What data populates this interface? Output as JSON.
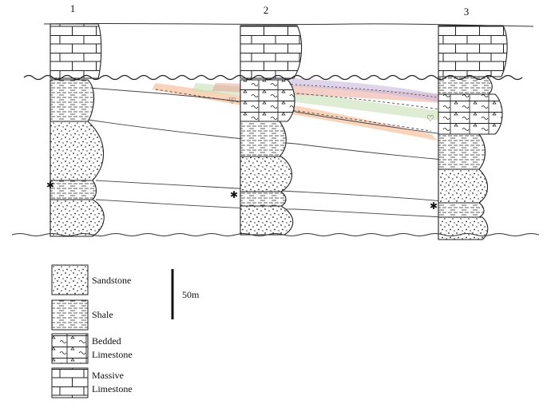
{
  "columns": [
    {
      "label": "1"
    },
    {
      "label": "2"
    },
    {
      "label": "3"
    }
  ],
  "scale_bar": {
    "label": "50m"
  },
  "legend": [
    {
      "id": "sandstone",
      "lines": [
        "Sandstone"
      ]
    },
    {
      "id": "shale",
      "lines": [
        "Shale"
      ]
    },
    {
      "id": "bedded-limestone",
      "lines": [
        "Bedded",
        "Limestone"
      ]
    },
    {
      "id": "massive-limestone",
      "lines": [
        "Massive",
        "Limestone"
      ]
    }
  ],
  "highlight_colors": {
    "orange": "#f4b183",
    "green": "#c6e0b4",
    "purple": "#c9b8db",
    "red": "#e8a090"
  }
}
